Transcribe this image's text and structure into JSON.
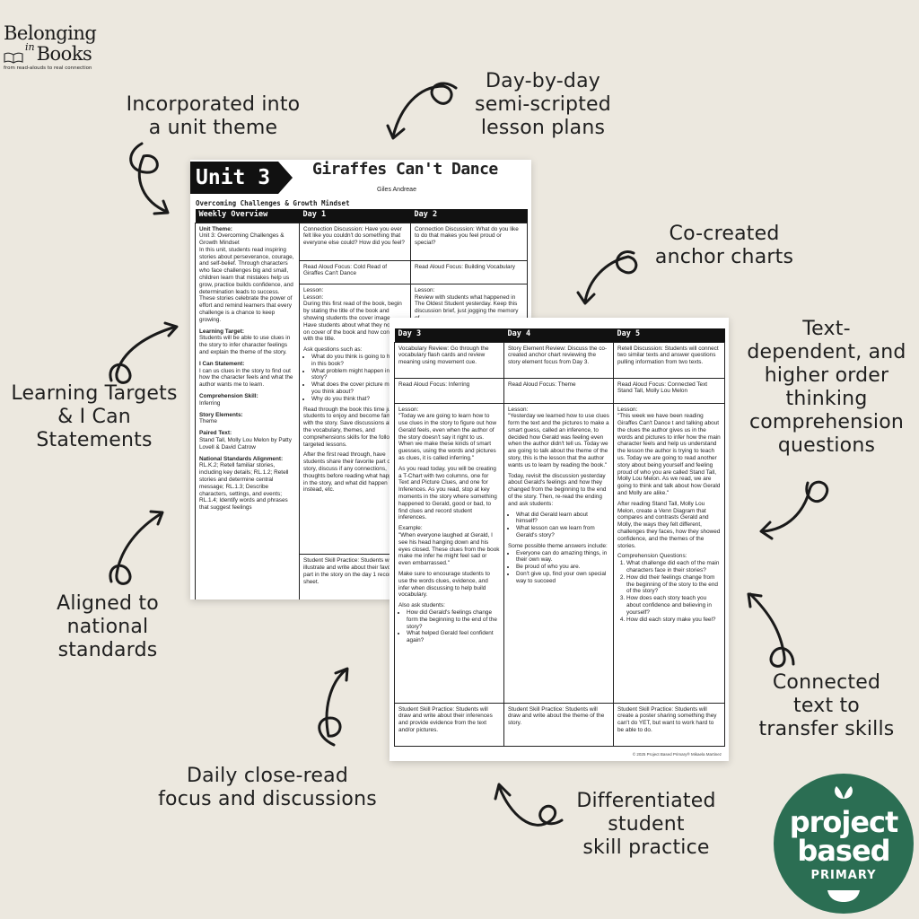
{
  "brand": {
    "line1": "Belonging",
    "in": "in",
    "line2": "Books",
    "tagline": "from read-alouds to real connection"
  },
  "callouts": {
    "unit_theme": [
      "Incorporated into",
      "a unit theme"
    ],
    "lesson_plans": [
      "Day-by-day",
      "semi-scripted",
      "lesson plans"
    ],
    "anchor_charts": [
      "Co-created",
      "anchor charts"
    ],
    "text_dependent": [
      "Text-",
      "dependent, and",
      "higher order",
      "thinking",
      "comprehension",
      "questions"
    ],
    "learning_targets": [
      "Learning Targets",
      "& I Can",
      "Statements"
    ],
    "national_standards": [
      "Aligned to",
      "national",
      "standards"
    ],
    "connected_text": [
      "Connected",
      "text to",
      "transfer skills"
    ],
    "close_read": [
      "Daily close-read",
      "focus and discussions"
    ],
    "differentiated": [
      "Differentiated",
      "student",
      "skill practice"
    ]
  },
  "doc1": {
    "unit_label": "Unit 3",
    "book_title": "Giraffes Can't Dance",
    "author": "Giles Andreae",
    "theme": "Overcoming Challenges & Growth Mindset",
    "headers": [
      "Weekly Overview",
      "Day 1",
      "Day 2"
    ],
    "overview": {
      "unit_theme_label": "Unit Theme:",
      "unit_theme_text": "Unit 3: Overcoming Challenges & Growth Mindset",
      "unit_theme_body": "In this unit, students read inspiring stories about perseverance, courage, and self-belief. Through characters who face challenges big and small, children learn that mistakes help us grow, practice builds confidence, and determination leads to success. These stories celebrate the power of effort and remind learners that every challenge is a chance to keep growing.",
      "target_label": "Learning Target:",
      "target_text": "Students will be able to use clues in the story to infer character feelings and explain the theme of the story.",
      "ican_label": "I Can Statement:",
      "ican_text": "I can us clues in the story to find out how the character feels and what the author wants me to learn.",
      "skill_label": "Comprehension Skill:",
      "skill_text": "Inferring",
      "elements_label": "Story Elements:",
      "elements_text": "Theme",
      "paired_label": "Paired Text:",
      "paired_text": "Stand Tall, Molly Lou Melon by Patty Lovell & David Catrow",
      "standards_label": "National Standards Alignment:",
      "standards_text": "RL.K.2; Retell familiar stories, including key details; RL.1.2; Retell stories and determine central message; RL.1.3; Describe characters, settings, and events; RL.1.4; Identify words and phrases that suggest feelings"
    },
    "day1": {
      "connection": "Connection Discussion: Have you ever felt like you couldn't do something that everyone else could? How did you feel?",
      "focus": "Read Aloud Focus: Cold Read of Giraffes Can't Dance",
      "lesson_label": "Lesson:",
      "lesson_label2": "Lesson:",
      "lesson_text": "During this first read of the book, begin by stating the title of the book and showing students the cover image. Have students about what they notice on cover of the book and how connects with the title.",
      "ask": "Ask questions such as:",
      "questions": [
        "What do you think is going to happen in this book?",
        "What problem might happen in the story?",
        "What does the cover picture make you think about?",
        "Why do you think that?"
      ],
      "read_through": "Read through the book this time just for students to enjoy and become familiar with the story. Save discussions about the vocabulary, themes, and comprehensions skills for the following targeted lessons.",
      "after": "After the first read through, have students share their favorite part of the story, discuss if any connections, thoughts before reading what happened in the story, and what did happen instead, etc.",
      "practice": "Student Skill Practice: Students will illustrate and write about their favorite part in the story on the day 1 recording sheet."
    },
    "day2": {
      "connection": "Connection Discussion: What do you like to do that makes you feel proud or special?",
      "focus": "Read Aloud Focus: Building Vocabulary",
      "lesson_label": "Lesson:",
      "lesson_text": "Review with students what happened in The Oldest Student yesterday. Keep this discussion brief, just jogging the memory of"
    }
  },
  "doc2": {
    "headers": [
      "Day 3",
      "Day 4",
      "Day 5"
    ],
    "day3": {
      "review": "Vocabulary Review: Go through the vocabulary flash cards and review meaning using movement cue.",
      "focus": "Read Aloud Focus: Inferring",
      "lesson_label": "Lesson:",
      "p1": "\"Today we are going to learn how to use clues in the story to figure out how Gerald feels, even when the author of the story doesn't say it right to us. When we make these kinds of smart guesses, using the words and pictures as clues, it is called inferring.\"",
      "p2": "As you read today, you will be creating a T-Chart with two columns, one for Text and Picture Clues, and one for Inferences. As you read, stop at key moments in the story where something happened to Gerald, good or bad, to find clues and record student inferences.",
      "example_label": "Example:",
      "p3": "\"When everyone laughed at Gerald, I see his head hanging down and his eyes closed. These clues from the book make me infer he might feel sad or even embarrassed.\"",
      "p4": "Make sure to encourage students to use the words clues, evidence, and infer when discussing to help build vocabulary.",
      "also": "Also ask students:",
      "questions": [
        "How did Gerald's feelings change form the beginning to the end of the story?",
        "What helped Gerald feel confident again?"
      ],
      "practice": "Student Skill Practice: Students will draw and write about their inferences and provide evidence from the text and/or pictures."
    },
    "day4": {
      "review": "Story Element Review: Discuss the co-created anchor chart reviewing the story element focus from Day 3.",
      "focus": "Read Aloud Focus: Theme",
      "lesson_label": "Lesson:",
      "p1": "\"Yesterday we learned how to use clues form the text and the pictures to make a smart guess, called an inference, to decided how Gerald was feeling even when the author didn't tell us. Today we are going to talk about the theme of the story, this is the lesson that the author wants us to learn by reading the book.\"",
      "p2": "Today, revisit the discussion yesterday about Gerald's feelings and how they changed from the beginning to the end of the story. Then, re-read the ending and ask students:",
      "questions": [
        "What did Gerald learn about himself?",
        "What lesson can we learn from Gerald's story?"
      ],
      "answers_intro": "Some possible theme answers include:",
      "answers": [
        "Everyone can do amazing things, in their own way.",
        "Be proud of who you are.",
        "Don't give up, find your own special way to succeed"
      ],
      "practice": "Student Skill Practice: Students will draw and write about the theme of the story."
    },
    "day5": {
      "review": "Retell Discussion: Students will connect two similar texts and answer questions pulling information from two texts.",
      "focus": "Read Aloud Focus: Connected Text Stand Tall, Molly Lou Melon",
      "lesson_label": "Lesson:",
      "p1": "\"This week we have been reading Giraffes Can't Dance t and talking about the clues the author gives us in the words and pictures to infer how the main character feels and help us understand the lesson the author is trying to teach us. Today we are going to read another story about being yourself and feeling proud of who you are called Stand Tall, Molly Lou Melon. As we read, we are going to think and talk about how Gerald and Molly are alike.\"",
      "p2": "After reading Stand Tall, Molly Lou Melon, create a Venn Diagram that compares and contrasts Gerald and Molly, the ways they felt different, challenges they faces, how they showed confidence, and the themes of the stories.",
      "comp_label": "Comprehension Questions:",
      "questions": [
        "What challenge did each of the main characters face in their stories?",
        "How did their feelings change from the beginning of the story to the end of the story?",
        "How does each story teach you about confidence and believing in yourself?",
        "How did each story make you feel?"
      ],
      "practice": "Student Skill Practice: Students will create a poster sharing something they can't do YET, but want to work hard to be able to do."
    },
    "footer": "© 2025 Project Based Primary® Mikaela Martinez"
  },
  "badge": {
    "line1": "project",
    "line2": "based",
    "line3": "PRIMARY",
    "color": "#2b6e53"
  },
  "colors": {
    "background": "#ece8df",
    "ink": "#1a1a1a"
  }
}
